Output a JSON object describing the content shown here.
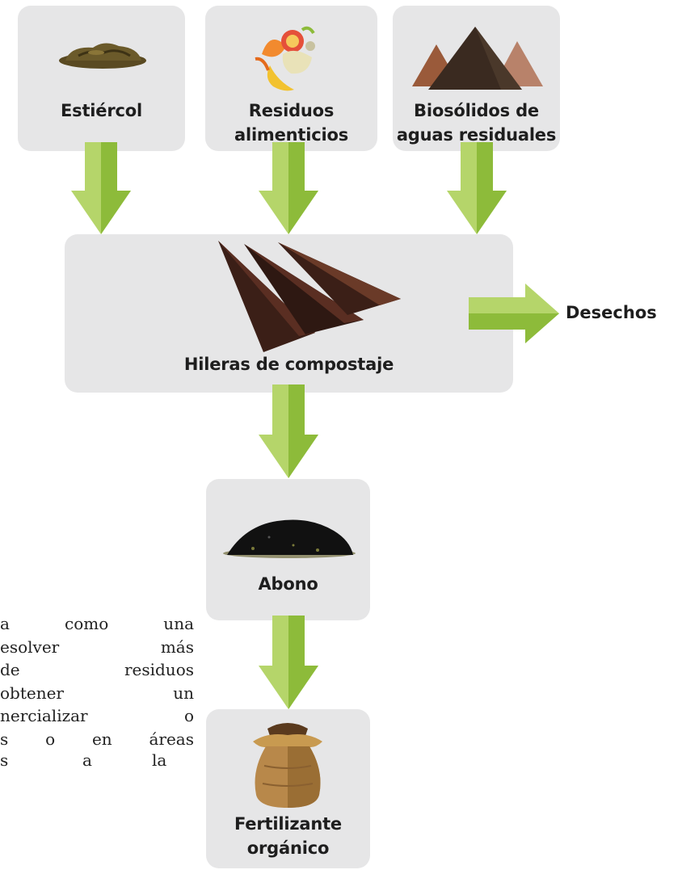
{
  "nodes": {
    "estiercol": "Estiércol",
    "residuos_line1": "Residuos",
    "residuos_line2": "alimenticios",
    "biosolidos_line1": "Biosólidos de",
    "biosolidos_line2": "aguas residuales",
    "hileras": "Hileras de compostaje",
    "desechos": "Desechos",
    "abono": "Abono",
    "fertilizante_line1": "Fertilizante",
    "fertilizante_line2": "orgánico"
  },
  "body_text": {
    "line1": "a como una",
    "line2": "esolver más",
    "line3": "de residuos",
    "line4": "obtener un",
    "line5": "nercializar o",
    "line6": "s o en áreas",
    "line7a": "s",
    "line7b": "a",
    "line7c": "la"
  },
  "colors": {
    "box": "#e6e6e7",
    "arrow_light": "#b5d56a",
    "arrow_dark": "#8dbb3a"
  }
}
